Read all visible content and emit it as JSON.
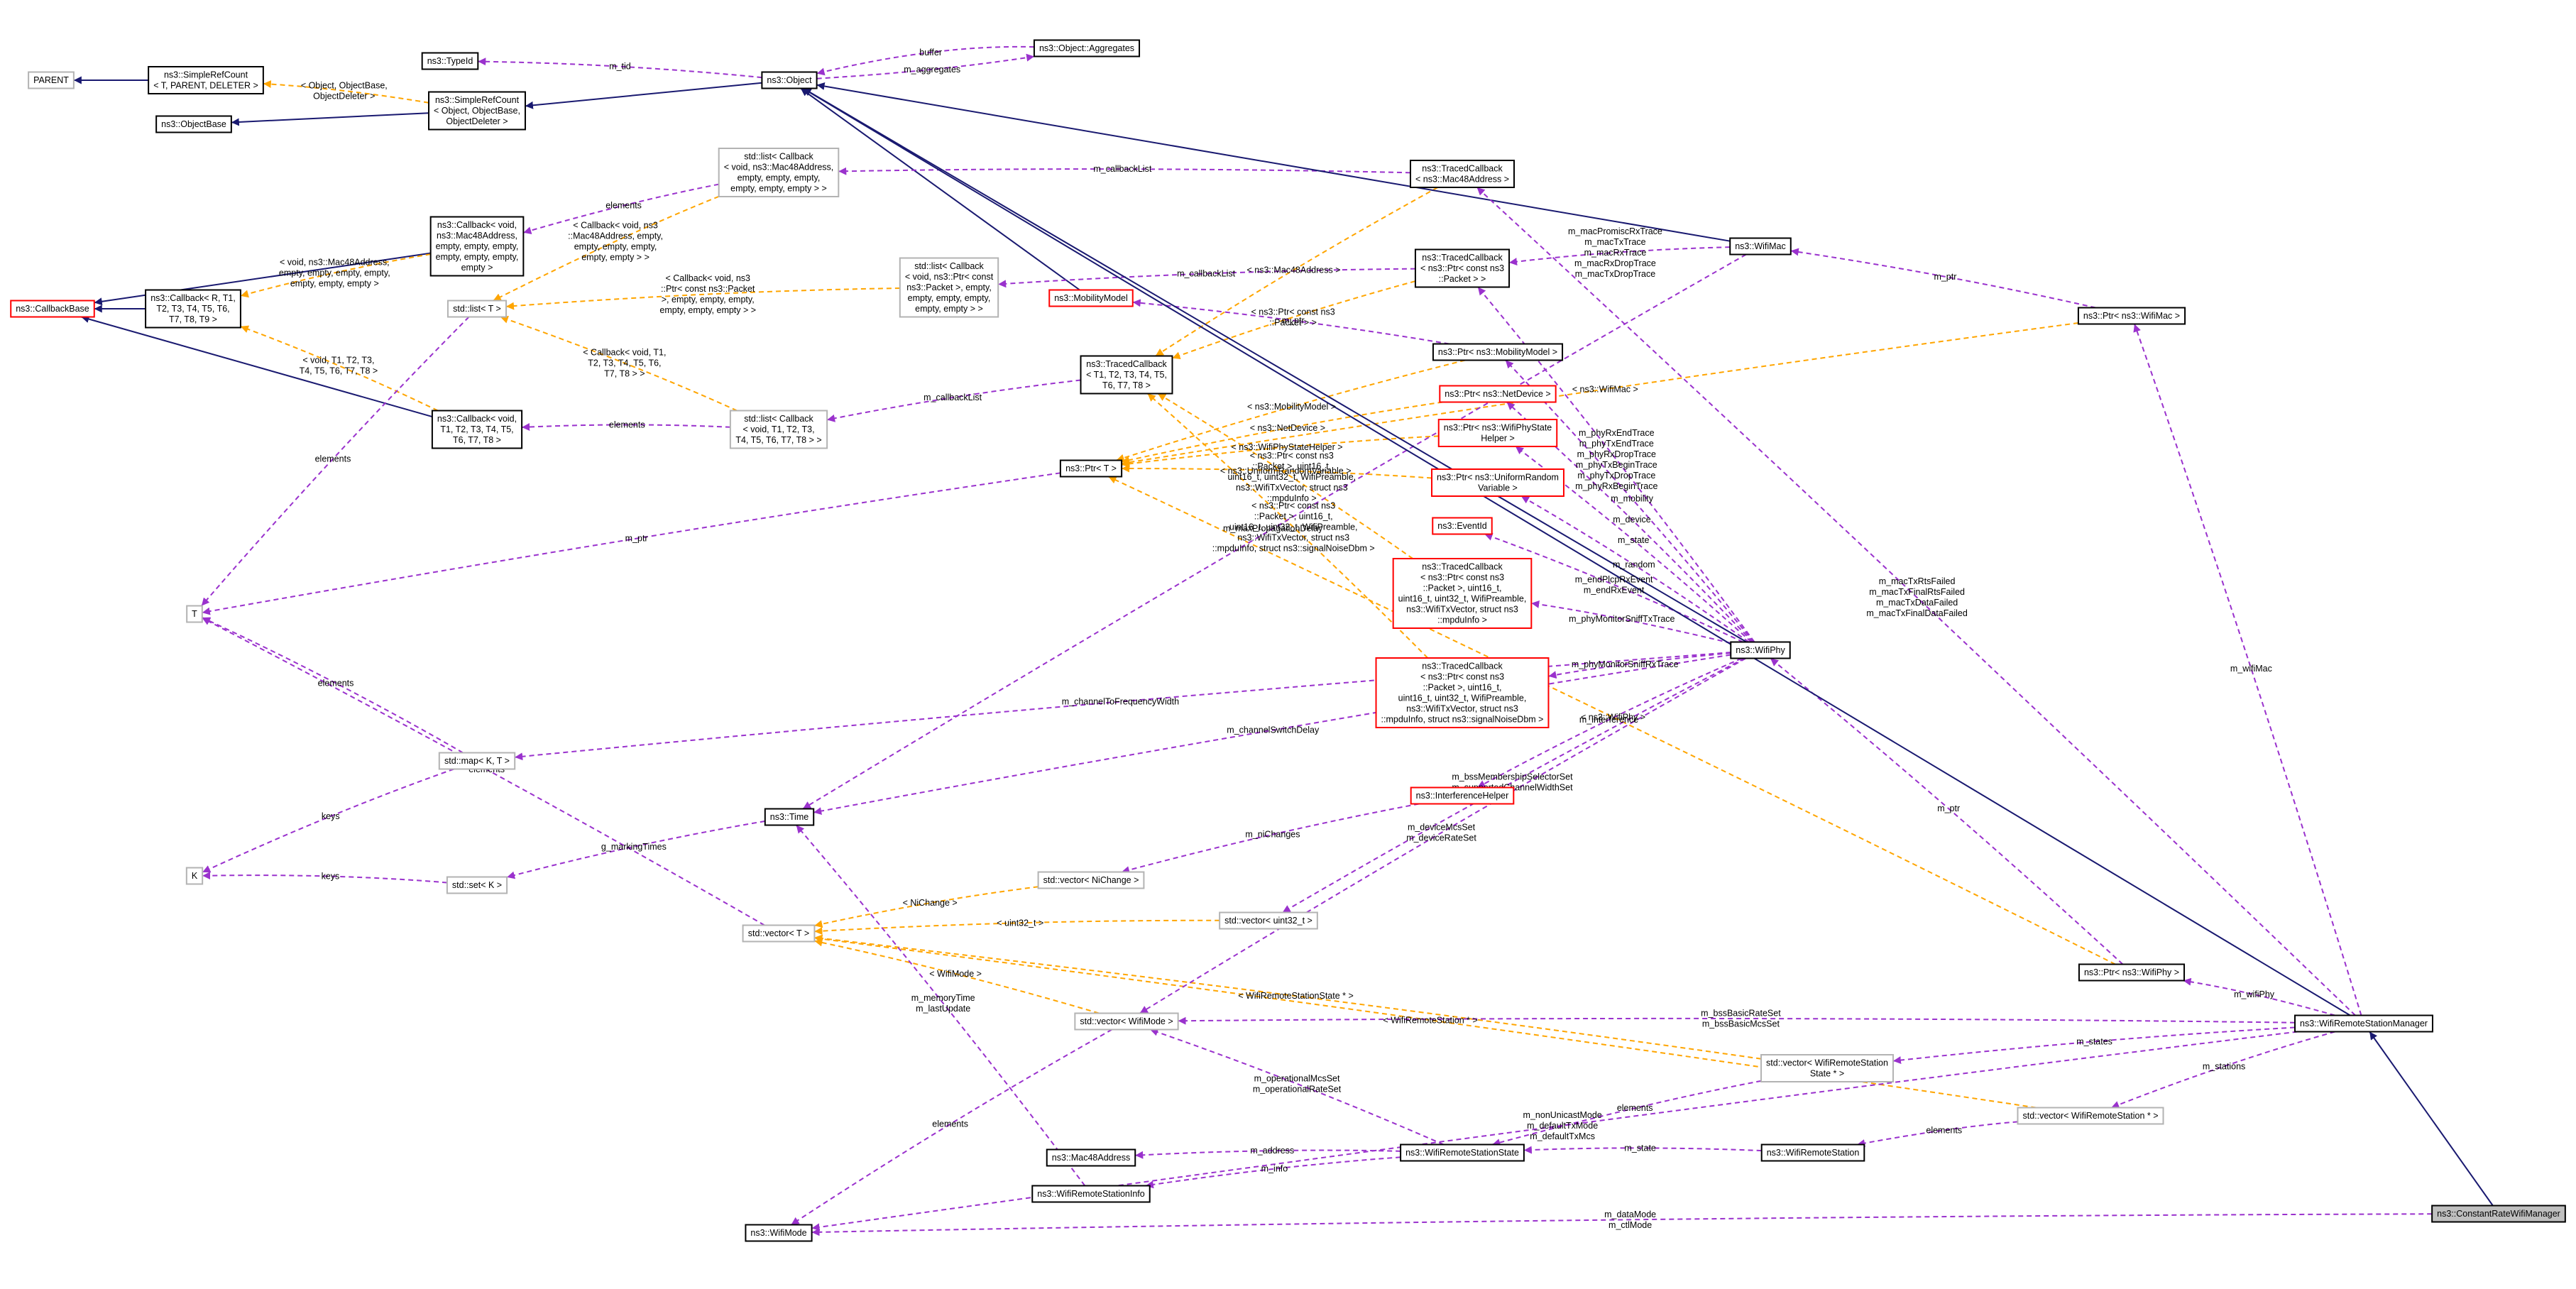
{
  "colors": {
    "normal": "#000000",
    "external": "#b3b3b3",
    "truncated": "#ff0000",
    "inherit": "#191970",
    "usage": "#9a32cd",
    "template": "#ffa500",
    "focus_fill": "#bfbfbf"
  },
  "nodes": {
    "PARENT": {
      "label": [
        "PARENT"
      ],
      "kind": "external"
    },
    "SRC_T": {
      "label": [
        "ns3::SimpleRefCount",
        "< T, PARENT, DELETER >"
      ],
      "kind": "normal"
    },
    "ObjectBase": {
      "label": [
        "ns3::ObjectBase"
      ],
      "kind": "normal"
    },
    "TypeId": {
      "label": [
        "ns3::TypeId"
      ],
      "kind": "normal"
    },
    "SRC_Obj": {
      "label": [
        "ns3::SimpleRefCount",
        "< Object, ObjectBase,",
        "ObjectDeleter >"
      ],
      "kind": "normal"
    },
    "Object": {
      "label": [
        "ns3::Object"
      ],
      "kind": "normal"
    },
    "Aggregates": {
      "label": [
        "ns3::Object::Aggregates"
      ],
      "kind": "normal"
    },
    "CallbackBase": {
      "label": [
        "ns3::CallbackBase"
      ],
      "kind": "truncated"
    },
    "Callback_R": {
      "label": [
        "ns3::Callback< R, T1,",
        "T2, T3, T4, T5, T6,",
        "T7, T8, T9 >"
      ],
      "kind": "normal"
    },
    "Callback_Mac48": {
      "label": [
        "ns3::Callback< void,",
        "ns3::Mac48Address,",
        "empty, empty, empty,",
        "empty, empty, empty,",
        "empty >"
      ],
      "kind": "normal"
    },
    "Callback_T1": {
      "label": [
        "ns3::Callback< void,",
        "T1, T2, T3, T4, T5,",
        "T6, T7, T8 >"
      ],
      "kind": "normal"
    },
    "list_T": {
      "label": [
        "std::list< T >"
      ],
      "kind": "external"
    },
    "list_Mac48": {
      "label": [
        "std::list< Callback",
        "< void, ns3::Mac48Address,",
        "empty, empty, empty,",
        "empty, empty, empty > >"
      ],
      "kind": "external"
    },
    "list_Packet": {
      "label": [
        "std::list< Callback",
        "< void, ns3::Ptr< const",
        "ns3::Packet >, empty,",
        "empty, empty, empty,",
        "empty, empty > >"
      ],
      "kind": "external"
    },
    "list_T1": {
      "label": [
        "std::list< Callback",
        "< void, T1, T2, T3,",
        "T4, T5, T6, T7, T8 > >"
      ],
      "kind": "external"
    },
    "MobilityModel": {
      "label": [
        "ns3::MobilityModel"
      ],
      "kind": "truncated"
    },
    "TC_T1": {
      "label": [
        "ns3::TracedCallback",
        "< T1, T2, T3, T4, T5,",
        "T6, T7, T8 >"
      ],
      "kind": "normal"
    },
    "Ptr_T": {
      "label": [
        "ns3::Ptr< T >"
      ],
      "kind": "normal"
    },
    "T": {
      "label": [
        "T"
      ],
      "kind": "external"
    },
    "map_KT": {
      "label": [
        "std::map< K, T >"
      ],
      "kind": "external"
    },
    "K": {
      "label": [
        "K"
      ],
      "kind": "external"
    },
    "set_K": {
      "label": [
        "std::set< K >"
      ],
      "kind": "external"
    },
    "Time": {
      "label": [
        "ns3::Time"
      ],
      "kind": "normal"
    },
    "vector_T": {
      "label": [
        "std::vector< T >"
      ],
      "kind": "external"
    },
    "vector_NiChange": {
      "label": [
        "std::vector< NiChange >"
      ],
      "kind": "external"
    },
    "vector_uint32": {
      "label": [
        "std::vector< uint32_t >"
      ],
      "kind": "external"
    },
    "vector_WifiMode": {
      "label": [
        "std::vector< WifiMode >"
      ],
      "kind": "external"
    },
    "Mac48Address": {
      "label": [
        "ns3::Mac48Address"
      ],
      "kind": "normal"
    },
    "WifiRemoteStationInfo": {
      "label": [
        "ns3::WifiRemoteStationInfo"
      ],
      "kind": "normal"
    },
    "WifiMode": {
      "label": [
        "ns3::WifiMode"
      ],
      "kind": "normal"
    },
    "TC_Mac48": {
      "label": [
        "ns3::TracedCallback",
        "< ns3::Mac48Address >"
      ],
      "kind": "normal"
    },
    "TC_Packet": {
      "label": [
        "ns3::TracedCallback",
        "< ns3::Ptr< const ns3",
        "::Packet > >"
      ],
      "kind": "normal"
    },
    "Ptr_MobilityModel": {
      "label": [
        "ns3::Ptr< ns3::MobilityModel >"
      ],
      "kind": "normal"
    },
    "Ptr_NetDevice": {
      "label": [
        "ns3::Ptr< ns3::NetDevice >"
      ],
      "kind": "truncated"
    },
    "Ptr_WifiPhyStateHelper": {
      "label": [
        "ns3::Ptr< ns3::WifiPhyState",
        "Helper >"
      ],
      "kind": "truncated"
    },
    "Ptr_UniformRandom": {
      "label": [
        "ns3::Ptr< ns3::UniformRandom",
        "Variable >"
      ],
      "kind": "truncated"
    },
    "EventId": {
      "label": [
        "ns3::EventId"
      ],
      "kind": "truncated"
    },
    "TC_MonitorTx": {
      "label": [
        "ns3::TracedCallback",
        "< ns3::Ptr< const ns3",
        "::Packet >, uint16_t,",
        "uint16_t, uint32_t, WifiPreamble,",
        "ns3::WifiTxVector, struct ns3",
        "::mpduInfo >"
      ],
      "kind": "truncated"
    },
    "TC_MonitorRx": {
      "label": [
        "ns3::TracedCallback",
        "< ns3::Ptr< const ns3",
        "::Packet >, uint16_t,",
        "uint16_t, uint32_t, WifiPreamble,",
        "ns3::WifiTxVector, struct ns3",
        "::mpduInfo, struct ns3::signalNoiseDbm >"
      ],
      "kind": "truncated"
    },
    "InterferenceHelper": {
      "label": [
        "ns3::InterferenceHelper"
      ],
      "kind": "truncated"
    },
    "vector_WRSS": {
      "label": [
        "std::vector< WifiRemoteStation",
        "State * >"
      ],
      "kind": "external"
    },
    "WifiRemoteStationState": {
      "label": [
        "ns3::WifiRemoteStationState"
      ],
      "kind": "normal"
    },
    "WifiRemoteStation": {
      "label": [
        "ns3::WifiRemoteStation"
      ],
      "kind": "normal"
    },
    "vector_WRS": {
      "label": [
        "std::vector< WifiRemoteStation * >"
      ],
      "kind": "external"
    },
    "WifiMac": {
      "label": [
        "ns3::WifiMac"
      ],
      "kind": "normal"
    },
    "WifiPhy": {
      "label": [
        "ns3::WifiPhy"
      ],
      "kind": "normal"
    },
    "Ptr_WifiMac": {
      "label": [
        "ns3::Ptr< ns3::WifiMac >"
      ],
      "kind": "normal"
    },
    "Ptr_WifiPhy": {
      "label": [
        "ns3::Ptr< ns3::WifiPhy >"
      ],
      "kind": "normal"
    },
    "WifiRemoteStationManager": {
      "label": [
        "ns3::WifiRemoteStationManager"
      ],
      "kind": "normal"
    },
    "ConstantRateWifiManager": {
      "label": [
        "ns3::ConstantRateWifiManager"
      ],
      "kind": "focus"
    }
  },
  "edges": [
    {
      "from": "SRC_T",
      "to": "PARENT",
      "kind": "inherit",
      "label": []
    },
    {
      "from": "SRC_Obj",
      "to": "SRC_T",
      "kind": "template",
      "label": [
        "< Object, ObjectBase,",
        "ObjectDeleter >"
      ]
    },
    {
      "from": "SRC_Obj",
      "to": "ObjectBase",
      "kind": "inherit",
      "label": []
    },
    {
      "from": "Object",
      "to": "SRC_Obj",
      "kind": "inherit",
      "label": []
    },
    {
      "from": "Object",
      "to": "TypeId",
      "kind": "usage",
      "label": [
        "m_tid"
      ]
    },
    {
      "from": "Object",
      "to": "Aggregates",
      "kind": "usage",
      "label": [
        "m_aggregates"
      ]
    },
    {
      "from": "Aggregates",
      "to": "Object",
      "kind": "usage",
      "label": [
        "buffer"
      ]
    },
    {
      "from": "Callback_R",
      "to": "CallbackBase",
      "kind": "inherit",
      "label": []
    },
    {
      "from": "Callback_Mac48",
      "to": "CallbackBase",
      "kind": "inherit",
      "label": []
    },
    {
      "from": "Callback_T1",
      "to": "CallbackBase",
      "kind": "inherit",
      "label": []
    },
    {
      "from": "Callback_Mac48",
      "to": "Callback_R",
      "kind": "template",
      "label": [
        "< void, ns3::Mac48Address,",
        "empty, empty, empty, empty,",
        "empty, empty, empty >"
      ]
    },
    {
      "from": "Callback_T1",
      "to": "Callback_R",
      "kind": "template",
      "label": [
        "< void, T1, T2, T3,",
        "T4, T5, T6, T7, T8 >"
      ]
    },
    {
      "from": "list_Mac48",
      "to": "Callback_Mac48",
      "kind": "usage",
      "label": [
        "elements"
      ]
    },
    {
      "from": "list_Mac48",
      "to": "list_T",
      "kind": "template",
      "label": [
        "< Callback< void, ns3",
        "::Mac48Address, empty,",
        "empty, empty, empty,",
        "empty, empty > >"
      ]
    },
    {
      "from": "list_Packet",
      "to": "list_T",
      "kind": "template",
      "label": [
        "< Callback< void, ns3",
        "::Ptr< const ns3::Packet",
        ">, empty, empty, empty,",
        "empty, empty, empty > >"
      ]
    },
    {
      "from": "list_T1",
      "to": "list_T",
      "kind": "template",
      "label": [
        "< Callback< void, T1,",
        "T2, T3, T4, T5, T6,",
        "T7, T8 > >"
      ]
    },
    {
      "from": "list_T1",
      "to": "Callback_T1",
      "kind": "usage",
      "label": [
        "elements"
      ]
    },
    {
      "from": "list_T",
      "to": "T",
      "kind": "usage",
      "label": [
        "elements"
      ]
    },
    {
      "from": "MobilityModel",
      "to": "Object",
      "kind": "inherit",
      "label": []
    },
    {
      "from": "TC_T1",
      "to": "list_T1",
      "kind": "usage",
      "label": [
        "m_callbackList"
      ]
    },
    {
      "from": "Ptr_T",
      "to": "T",
      "kind": "usage",
      "label": [
        "m_ptr"
      ]
    },
    {
      "from": "map_KT",
      "to": "T",
      "kind": "usage",
      "label": [
        "elements"
      ]
    },
    {
      "from": "map_KT",
      "to": "K",
      "kind": "usage",
      "label": [
        "keys"
      ]
    },
    {
      "from": "set_K",
      "to": "K",
      "kind": "usage",
      "label": [
        "keys"
      ]
    },
    {
      "from": "vector_T",
      "to": "T",
      "kind": "usage",
      "label": [
        "elements"
      ]
    },
    {
      "from": "Time",
      "to": "set_K",
      "kind": "usage",
      "label": [
        "g_markingTimes"
      ]
    },
    {
      "from": "vector_NiChange",
      "to": "vector_T",
      "kind": "template",
      "label": [
        "< NiChange >"
      ]
    },
    {
      "from": "vector_uint32",
      "to": "vector_T",
      "kind": "template",
      "label": [
        "< uint32_t >"
      ]
    },
    {
      "from": "vector_WifiMode",
      "to": "vector_T",
      "kind": "template",
      "label": [
        "< WifiMode >"
      ]
    },
    {
      "from": "vector_WRSS",
      "to": "vector_T",
      "kind": "template",
      "label": [
        "< WifiRemoteStationState * >"
      ]
    },
    {
      "from": "vector_WRS",
      "to": "vector_T",
      "kind": "template",
      "label": [
        "< WifiRemoteStation * >"
      ]
    },
    {
      "from": "vector_WifiMode",
      "to": "WifiMode",
      "kind": "usage",
      "label": [
        "elements"
      ]
    },
    {
      "from": "WifiRemoteStationInfo",
      "to": "Time",
      "kind": "usage",
      "label": [
        "m_memoryTime",
        "m_lastUpdate"
      ]
    },
    {
      "from": "WifiRemoteStationState",
      "to": "Mac48Address",
      "kind": "usage",
      "label": [
        "m_address"
      ]
    },
    {
      "from": "WifiRemoteStationState",
      "to": "WifiRemoteStationInfo",
      "kind": "usage",
      "label": [
        "m_info"
      ]
    },
    {
      "from": "WifiRemoteStationState",
      "to": "vector_WifiMode",
      "kind": "usage",
      "label": [
        "m_operationalMcsSet",
        "m_operationalRateSet"
      ]
    },
    {
      "from": "vector_WRSS",
      "to": "WifiRemoteStationState",
      "kind": "usage",
      "label": [
        "elements"
      ]
    },
    {
      "from": "WifiRemoteStation",
      "to": "WifiRemoteStationState",
      "kind": "usage",
      "label": [
        "m_state"
      ]
    },
    {
      "from": "vector_WRS",
      "to": "WifiRemoteStation",
      "kind": "usage",
      "label": [
        "elements"
      ]
    },
    {
      "from": "TC_Mac48",
      "to": "list_Mac48",
      "kind": "usage",
      "label": [
        "m_callbackList"
      ]
    },
    {
      "from": "TC_Packet",
      "to": "list_Packet",
      "kind": "usage",
      "label": [
        "m_callbackList"
      ]
    },
    {
      "from": "TC_Mac48",
      "to": "TC_T1",
      "kind": "template",
      "label": [
        "< ns3::Mac48Address >"
      ]
    },
    {
      "from": "TC_Packet",
      "to": "TC_T1",
      "kind": "template",
      "label": [
        "< ns3::Ptr< const ns3",
        "::Packet > >"
      ]
    },
    {
      "from": "TC_MonitorTx",
      "to": "TC_T1",
      "kind": "template",
      "label": [
        "< ns3::Ptr< const ns3",
        "::Packet >, uint16_t,",
        "uint16_t, uint32_t, WifiPreamble,",
        "ns3::WifiTxVector, struct ns3",
        "::mpduInfo >"
      ]
    },
    {
      "from": "TC_MonitorRx",
      "to": "TC_T1",
      "kind": "template",
      "label": [
        "< ns3::Ptr< const ns3",
        "::Packet >, uint16_t,",
        "uint16_t, uint32_t, WifiPreamble,",
        "ns3::WifiTxVector, struct ns3",
        "::mpduInfo, struct ns3::signalNoiseDbm >"
      ]
    },
    {
      "from": "Ptr_MobilityModel",
      "to": "Ptr_T",
      "kind": "template",
      "label": [
        "< ns3::MobilityModel >"
      ]
    },
    {
      "from": "Ptr_MobilityModel",
      "to": "MobilityModel",
      "kind": "usage",
      "label": [
        "m_ptr"
      ]
    },
    {
      "from": "Ptr_NetDevice",
      "to": "Ptr_T",
      "kind": "template",
      "label": [
        "< ns3::NetDevice >"
      ]
    },
    {
      "from": "Ptr_WifiPhyStateHelper",
      "to": "Ptr_T",
      "kind": "template",
      "label": [
        "< ns3::WifiPhyStateHelper >"
      ]
    },
    {
      "from": "Ptr_UniformRandom",
      "to": "Ptr_T",
      "kind": "template",
      "label": [
        "< ns3::UniformRandomVariable >"
      ]
    },
    {
      "from": "Ptr_WifiMac",
      "to": "Ptr_T",
      "kind": "template",
      "label": [
        "< ns3::WifiMac >"
      ]
    },
    {
      "from": "Ptr_WifiPhy",
      "to": "Ptr_T",
      "kind": "template",
      "label": [
        "< ns3::WifiPhy >"
      ]
    },
    {
      "from": "InterferenceHelper",
      "to": "vector_NiChange",
      "kind": "usage",
      "label": [
        "m_niChanges"
      ]
    },
    {
      "from": "WifiMac",
      "to": "Object",
      "kind": "inherit",
      "label": []
    },
    {
      "from": "WifiMac",
      "to": "TC_Packet",
      "kind": "usage",
      "label": [
        "m_macPromiscRxTrace",
        "m_macTxTrace",
        "m_macRxTrace",
        "m_macRxDropTrace",
        "m_macTxDropTrace"
      ]
    },
    {
      "from": "WifiMac",
      "to": "Time",
      "kind": "usage",
      "label": [
        "m_maxPropagationDelay"
      ]
    },
    {
      "from": "WifiPhy",
      "to": "Object",
      "kind": "inherit",
      "label": []
    },
    {
      "from": "WifiPhy",
      "to": "TC_Packet",
      "kind": "usage",
      "label": [
        "m_phyRxEndTrace",
        "m_phyTxEndTrace",
        "m_phyRxDropTrace",
        "m_phyTxBeginTrace",
        "m_phyTxDropTrace",
        "m_phyRxBeginTrace"
      ]
    },
    {
      "from": "WifiPhy",
      "to": "Ptr_MobilityModel",
      "kind": "usage",
      "label": [
        "m_mobility"
      ]
    },
    {
      "from": "WifiPhy",
      "to": "Ptr_NetDevice",
      "kind": "usage",
      "label": [
        "m_device"
      ]
    },
    {
      "from": "WifiPhy",
      "to": "Ptr_WifiPhyStateHelper",
      "kind": "usage",
      "label": [
        "m_state"
      ]
    },
    {
      "from": "WifiPhy",
      "to": "Ptr_UniformRandom",
      "kind": "usage",
      "label": [
        "m_random"
      ]
    },
    {
      "from": "WifiPhy",
      "to": "EventId",
      "kind": "usage",
      "label": [
        "m_endPlcpRxEvent",
        "m_endRxEvent"
      ]
    },
    {
      "from": "WifiPhy",
      "to": "TC_MonitorTx",
      "kind": "usage",
      "label": [
        "m_phyMonitorSniffTxTrace"
      ]
    },
    {
      "from": "WifiPhy",
      "to": "TC_MonitorRx",
      "kind": "usage",
      "label": [
        "m_phyMonitorSniffRxTrace"
      ]
    },
    {
      "from": "WifiPhy",
      "to": "map_KT",
      "kind": "usage",
      "label": [
        "m_channelToFrequencyWidth"
      ]
    },
    {
      "from": "WifiPhy",
      "to": "InterferenceHelper",
      "kind": "usage",
      "label": [
        "m_interference"
      ]
    },
    {
      "from": "WifiPhy",
      "to": "Time",
      "kind": "usage",
      "label": [
        "m_channelSwitchDelay"
      ]
    },
    {
      "from": "WifiPhy",
      "to": "vector_uint32",
      "kind": "usage",
      "label": [
        "m_bssMembershipSelectorSet",
        "m_supportedChannelWidthSet"
      ]
    },
    {
      "from": "WifiPhy",
      "to": "vector_WifiMode",
      "kind": "usage",
      "label": [
        "m_deviceMcsSet",
        "m_deviceRateSet"
      ]
    },
    {
      "from": "Ptr_WifiMac",
      "to": "WifiMac",
      "kind": "usage",
      "label": [
        "m_ptr"
      ]
    },
    {
      "from": "Ptr_WifiPhy",
      "to": "WifiPhy",
      "kind": "usage",
      "label": [
        "m_ptr"
      ]
    },
    {
      "from": "WifiRemoteStationManager",
      "to": "Object",
      "kind": "inherit",
      "label": []
    },
    {
      "from": "WifiRemoteStationManager",
      "to": "TC_Mac48",
      "kind": "usage",
      "label": [
        "m_macTxRtsFailed",
        "m_macTxFinalRtsFailed",
        "m_macTxDataFailed",
        "m_macTxFinalDataFailed"
      ]
    },
    {
      "from": "WifiRemoteStationManager",
      "to": "Ptr_WifiMac",
      "kind": "usage",
      "label": [
        "m_wifiMac"
      ]
    },
    {
      "from": "WifiRemoteStationManager",
      "to": "Ptr_WifiPhy",
      "kind": "usage",
      "label": [
        "m_wifiPhy"
      ]
    },
    {
      "from": "WifiRemoteStationManager",
      "to": "vector_WifiMode",
      "kind": "usage",
      "label": [
        "m_bssBasicRateSet",
        "m_bssBasicMcsSet"
      ]
    },
    {
      "from": "WifiRemoteStationManager",
      "to": "vector_WRSS",
      "kind": "usage",
      "label": [
        "m_states"
      ]
    },
    {
      "from": "WifiRemoteStationManager",
      "to": "vector_WRS",
      "kind": "usage",
      "label": [
        "m_stations"
      ]
    },
    {
      "from": "WifiRemoteStationManager",
      "to": "WifiMode",
      "kind": "usage",
      "label": [
        "m_nonUnicastMode",
        "m_defaultTxMode",
        "m_defaultTxMcs"
      ]
    },
    {
      "from": "ConstantRateWifiManager",
      "to": "WifiRemoteStationManager",
      "kind": "inherit",
      "label": []
    },
    {
      "from": "ConstantRateWifiManager",
      "to": "WifiMode",
      "kind": "usage",
      "label": [
        "m_dataMode",
        "m_ctlMode"
      ]
    }
  ]
}
